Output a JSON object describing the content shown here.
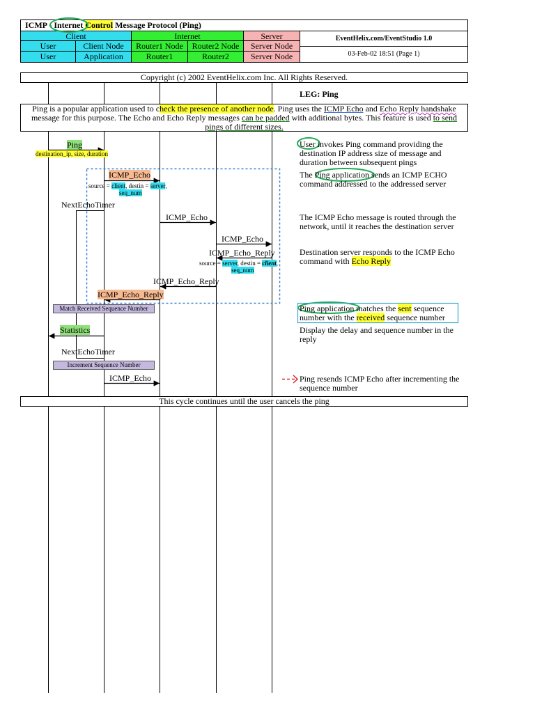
{
  "header": {
    "title_prefix": "ICMP - ",
    "title_internet": "Internet",
    "title_control": "Control",
    "title_rest": " Message Protocol (Ping)",
    "vendor": "EventHelix.com/EventStudio 1.0",
    "date": "03-Feb-02 18:51 (Page 1)",
    "groups": [
      "Client",
      "Internet",
      "Server"
    ],
    "row2": [
      "User",
      "Client Node",
      "Router1 Node",
      "Router2 Node",
      "Server Node"
    ],
    "row3": [
      "User",
      "Application",
      "Router1",
      "Router2",
      "Server Node"
    ]
  },
  "copyright": "Copyright (c) 2002 EventHelix.com Inc. All Rights Reserved.",
  "leg": "LEG: Ping",
  "description": {
    "p1": "Ping is a popular application used to c",
    "p1_hl": "heck the presence of another node",
    "p2": ". Ping uses the ",
    "p2_link1": "ICMP Echo",
    "p3": " and ",
    "p3_link2": "Echo Reply handshake",
    "p4": " message for this purpose. The Echo and Echo Reply messages ",
    "p4_link": "can be padded",
    "p5": " with additional bytes. This feature is used ",
    "p5_link": "to send pings of different sizes."
  },
  "messages": {
    "ping": "Ping",
    "ping_params": "destination_ip, size, duration",
    "icmp_echo_1": "ICMP_Echo",
    "icmp_echo_1_params_a": "source = ",
    "icmp_echo_1_client": "client",
    "icmp_echo_1_params_b": ", destin = ",
    "icmp_echo_1_server": "server",
    "icmp_echo_1_params_c": ",",
    "icmp_echo_1_seq": "seq_num",
    "next_echo_timer_1": "NextEchoTimer",
    "icmp_echo_2": "ICMP_Echo",
    "icmp_echo_3": "ICMP_Echo",
    "icmp_echo_reply_1": "ICMP_Echo_Reply",
    "reply_params_a": "source = ",
    "reply_server": "server",
    "reply_params_b": ", destin = ",
    "reply_client": "client",
    "reply_params_c": ",",
    "reply_seq": "seq_num",
    "icmp_echo_reply_2": "ICMP_Echo_Reply",
    "icmp_echo_reply_3": "ICMP_Echo_Reply",
    "match_action": "Match Received Sequence Number",
    "statistics": "Statistics",
    "next_echo_timer_2": "NextEchoTimer",
    "increment_action": "Increment Sequence Number",
    "icmp_echo_4": "ICMP_Echo"
  },
  "notes": {
    "n1_a": "User",
    "n1_b": " invokes Ping command providing the destination IP address size of message and duration between subsequent pings",
    "n2_a": "The ",
    "n2_b": "Ping application",
    "n2_c": " sends an ICMP ECHO command addressed to the addressed server",
    "n3": "The ICMP Echo message is routed through the network, until it reaches the destination server",
    "n4_a": "Destination server responds to the ICMP Echo command with ",
    "n4_b": "Echo Reply",
    "n5_a": "Ping application",
    "n5_b": " matches the ",
    "n5_c": "sent",
    "n5_d": " sequence number with the ",
    "n5_e": "received",
    "n5_f": " sequence number",
    "n6": "Display the delay and sequence number in the reply",
    "n7": "Ping resends ICMP Echo after incrementing the sequence number"
  },
  "footer_cycle": "This cycle continues until the user cancels the ping",
  "colors": {
    "client": "#33ddee",
    "internet": "#33ee33",
    "server": "#f7b3b3",
    "highlight": "#ffff33",
    "green_hl": "#8fe07a",
    "action": "#c4b8de",
    "dotted_box": "#3a7fd0"
  }
}
